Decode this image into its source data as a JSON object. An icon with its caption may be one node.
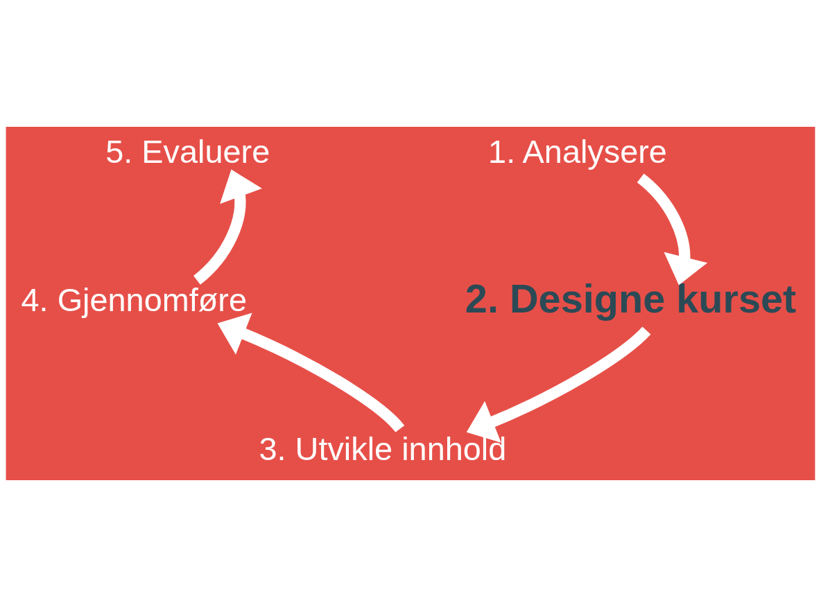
{
  "diagram": {
    "nodes": [
      {
        "text": [
          "1. Analysere"
        ]
      },
      {
        "text": [
          "2. Designe kurset"
        ]
      },
      {
        "text": [
          "3. Utvikle innhold"
        ]
      },
      {
        "text": [
          "4. Gjennomføre"
        ]
      },
      {
        "text": [
          "5. Evaluere"
        ]
      }
    ],
    "edges": [
      {
        "from": 0,
        "to": 1,
        "arrow": "to"
      },
      {
        "from": 1,
        "to": 2,
        "arrow": "to"
      },
      {
        "from": 2,
        "to": 3,
        "arrow": "to"
      },
      {
        "from": 3,
        "to": 4,
        "arrow": "to"
      }
    ]
  }
}
